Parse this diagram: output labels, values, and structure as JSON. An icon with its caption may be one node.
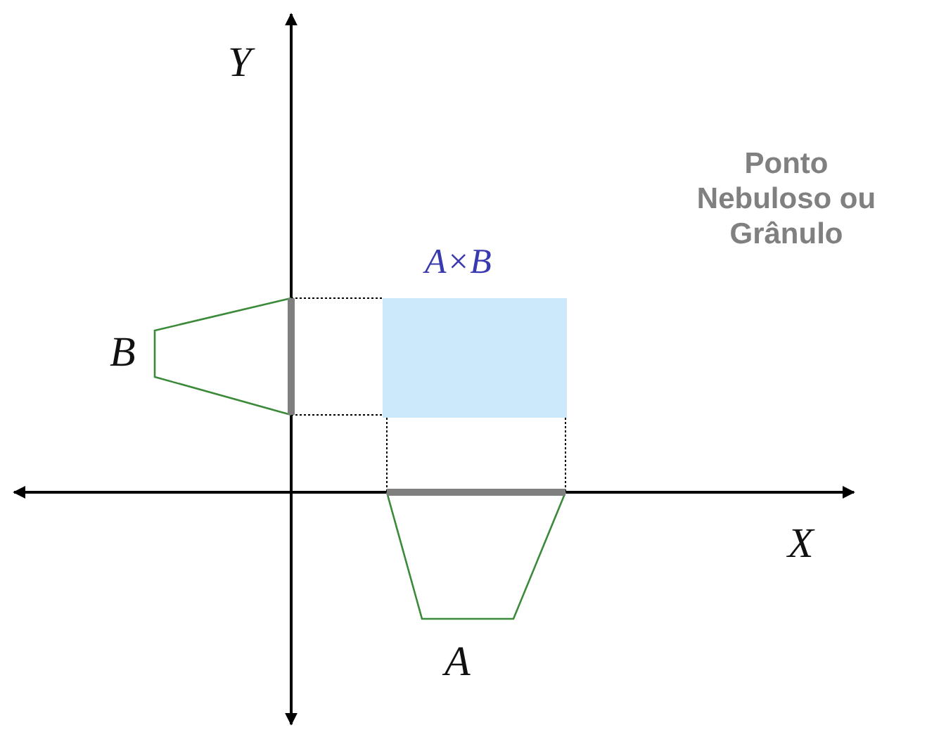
{
  "diagram": {
    "nodes": [
      {
        "text": [
          "A×B"
        ]
      }
    ],
    "labels": [
      "Y",
      "B",
      "X",
      "A",
      "Ponto Nebuloso ou Grânulo"
    ]
  }
}
